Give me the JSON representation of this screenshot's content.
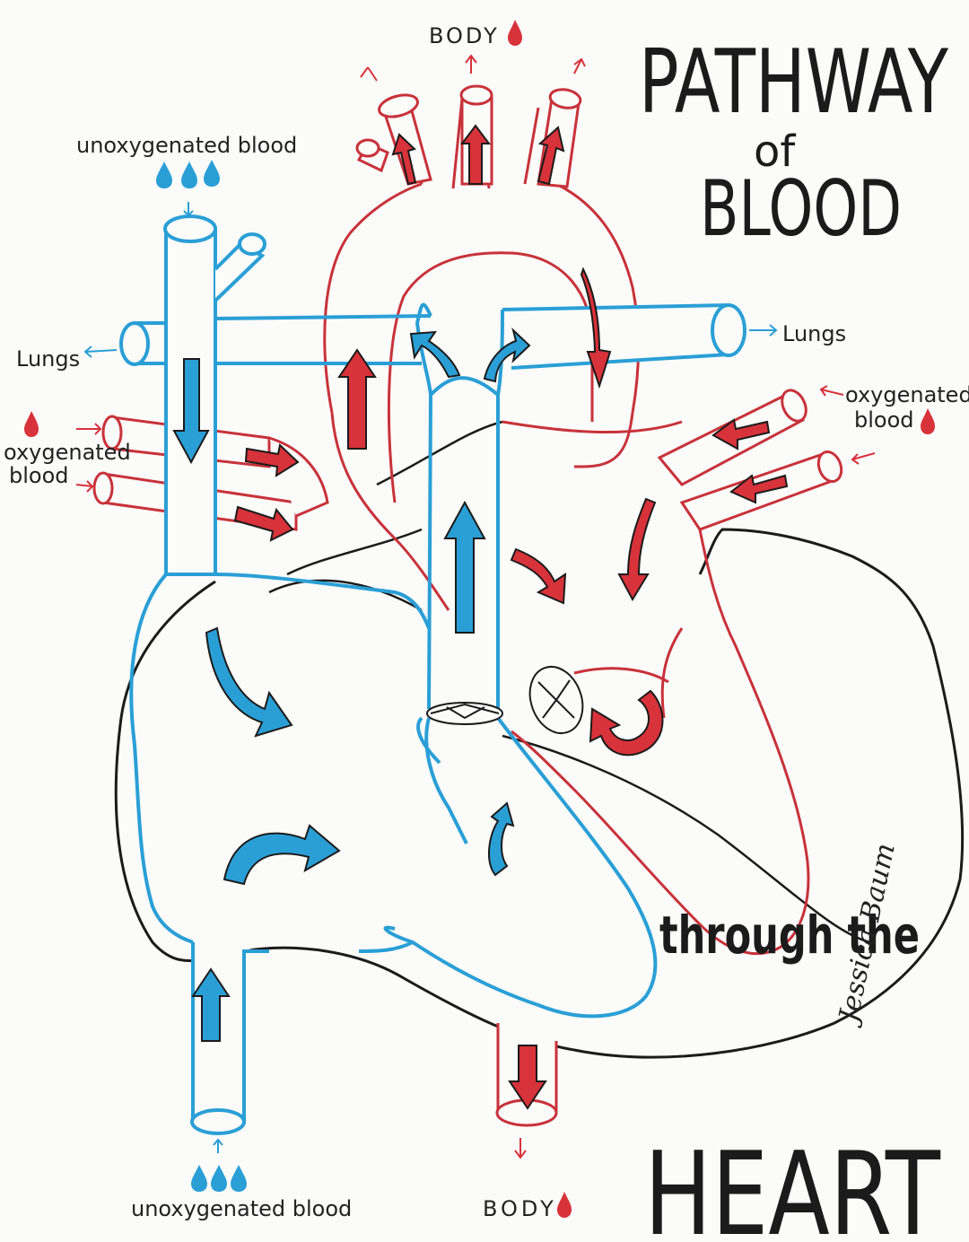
{
  "title": {
    "line1": "PATHWAY",
    "line2": "of",
    "line3": "BLOOD",
    "line4": "through the",
    "line5": "HEART"
  },
  "labels": {
    "body_top": "BODY",
    "body_bottom": "BODY",
    "lungs_left": "Lungs",
    "lungs_right": "Lungs",
    "unox_top": "unoxygenated blood",
    "unox_bottom": "unoxygenated blood",
    "oxy_left_1": "oxygenated",
    "oxy_left_2": "blood",
    "oxy_right_1": "oxygenated",
    "oxy_right_2": "blood"
  },
  "signature": "Jessica Baum",
  "colors": {
    "oxygenated": "#d8323a",
    "unoxygenated": "#2a9fd6",
    "outline": "#1b1b1b"
  }
}
